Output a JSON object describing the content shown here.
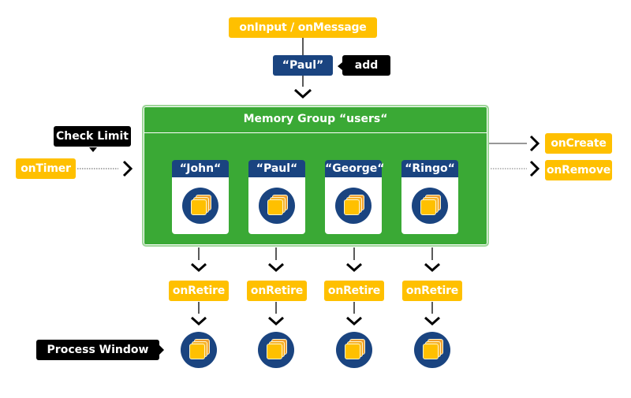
{
  "trigger": {
    "input_label": "onInput / onMessage",
    "incoming_item": "“Paul”",
    "action_label": "add"
  },
  "group": {
    "title": "Memory Group “users“"
  },
  "members": [
    {
      "name": "“John“",
      "icon": "memory-stack-icon"
    },
    {
      "name": "“Paul“",
      "icon": "memory-stack-icon"
    },
    {
      "name": "“George“",
      "icon": "memory-stack-icon"
    },
    {
      "name": "“Ringo“",
      "icon": "memory-stack-icon"
    }
  ],
  "left": {
    "timer_label": "onTimer",
    "check_label": "Check Limit"
  },
  "right": {
    "create_label": "onCreate",
    "remove_label": "onRemove"
  },
  "retire": {
    "labels": [
      "onRetire",
      "onRetire",
      "onRetire",
      "onRetire"
    ]
  },
  "process": {
    "label": "Process Window"
  },
  "colors": {
    "yellow": "#ffc000",
    "green": "#3aa935",
    "navy": "#1a4480",
    "black": "#000000"
  }
}
